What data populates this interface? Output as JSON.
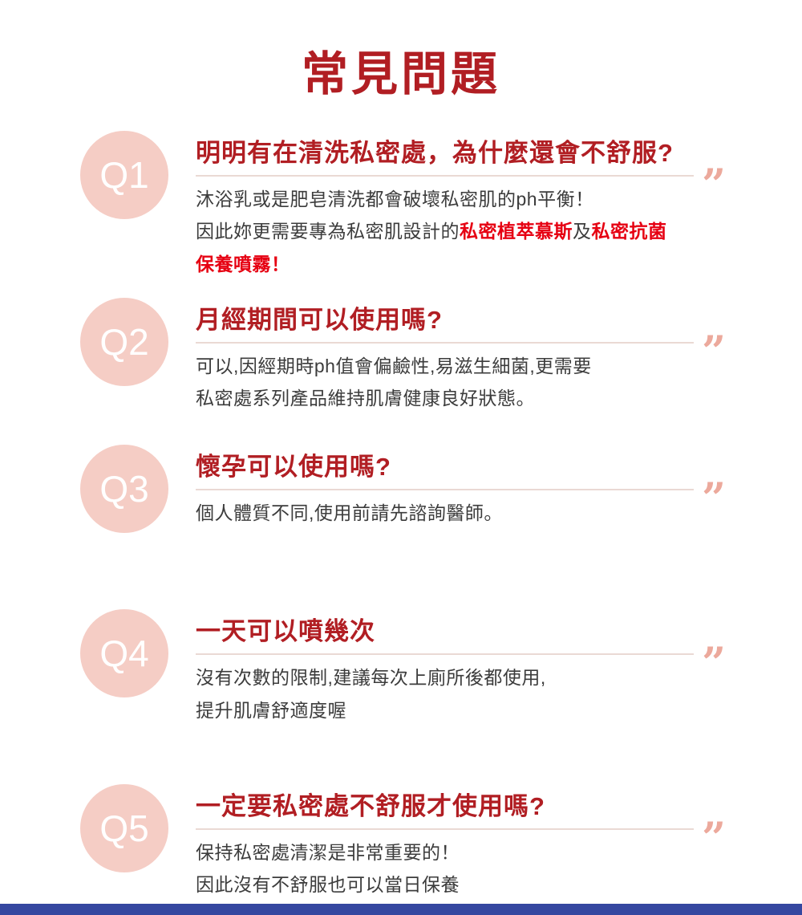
{
  "page": {
    "title": "常見問題",
    "quote_glyph": "”"
  },
  "colors": {
    "accent_red": "#b11e23",
    "highlight_red": "#e60012",
    "circle_pink": "#f5cdc5",
    "quote_pink": "#eca99c",
    "divider_pink": "#ead9d4",
    "bottom_bar_blue": "#3547a0",
    "answer_text": "#3c3c3c"
  },
  "faq": [
    {
      "id": "Q1",
      "question": "明明有在清洗私密處，為什麼還會不舒服?",
      "answer_lines": [
        [
          {
            "text": "沐浴乳或是肥皂清洗都會破壞私密肌的ph平衡！"
          }
        ],
        [
          {
            "text": "因此妳更需要專為私密肌設計的"
          },
          {
            "text": "私密植萃慕斯",
            "highlight": true
          },
          {
            "text": "及"
          },
          {
            "text": "私密抗菌",
            "highlight": true
          }
        ],
        [
          {
            "text": "保養噴霧！",
            "highlight": true
          }
        ]
      ]
    },
    {
      "id": "Q2",
      "question": "月經期間可以使用嗎?",
      "answer_lines": [
        [
          {
            "text": "可以,因經期時ph值會偏鹼性,易滋生細菌,更需要"
          }
        ],
        [
          {
            "text": "私密處系列產品維持肌膚健康良好狀態。"
          }
        ]
      ]
    },
    {
      "id": "Q3",
      "question": "懷孕可以使用嗎?",
      "answer_lines": [
        [
          {
            "text": "個人體質不同,使用前請先諮詢醫師。"
          }
        ]
      ]
    },
    {
      "id": "Q4",
      "question": "一天可以噴幾次",
      "answer_lines": [
        [
          {
            "text": "沒有次數的限制,建議每次上廁所後都使用,"
          }
        ],
        [
          {
            "text": "提升肌膚舒適度喔"
          }
        ]
      ]
    },
    {
      "id": "Q5",
      "question": "一定要私密處不舒服才使用嗎?",
      "answer_lines": [
        [
          {
            "text": "保持私密處清潔是非常重要的！"
          }
        ],
        [
          {
            "text": "因此沒有不舒服也可以當日保養"
          }
        ]
      ]
    }
  ]
}
